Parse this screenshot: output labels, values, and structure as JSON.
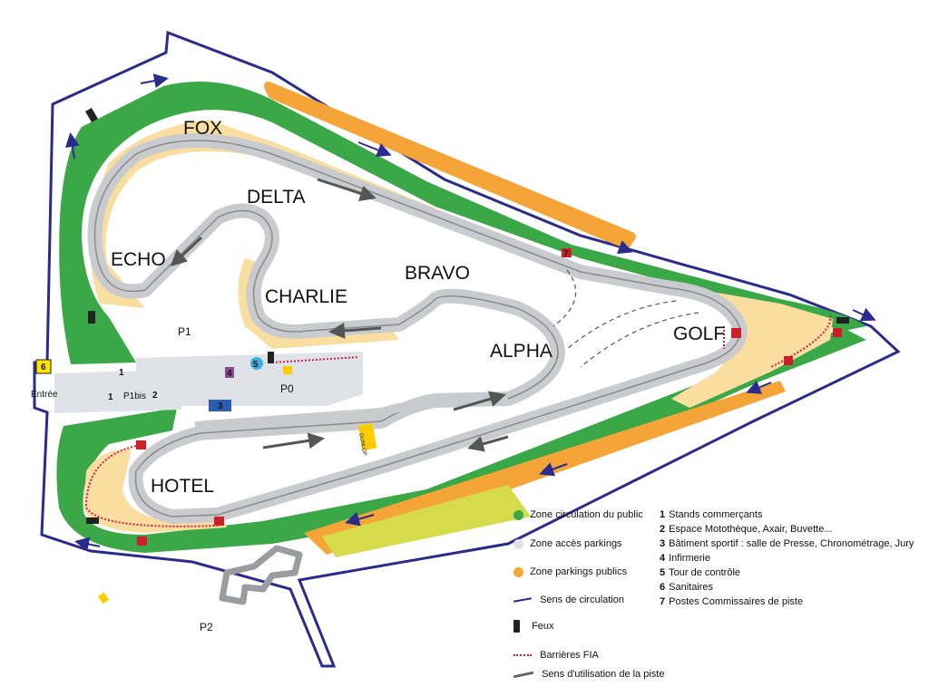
{
  "corners": {
    "fox": "FOX",
    "delta": "DELTA",
    "echo": "ECHO",
    "charlie": "CHARLIE",
    "bravo": "BRAVO",
    "alpha": "ALPHA",
    "golf": "GOLF",
    "hotel": "HOTEL"
  },
  "labels": {
    "p1": "P1",
    "p0": "P0",
    "p2": "P2",
    "p1bis": "P1bis",
    "entree": "Entrée",
    "dunlop": "DUNLOP",
    "n1a": "1",
    "n1b": "1",
    "n2": "2",
    "n3": "3",
    "n4": "4",
    "n5": "5",
    "n6": "6",
    "n7": "7"
  },
  "legend_left": [
    {
      "key": "zone-public",
      "label": "Zone circulation du public",
      "color": "#3aa846"
    },
    {
      "key": "zone-acces",
      "label": "Zone accès parkings",
      "color": "#dfe2e6"
    },
    {
      "key": "zone-parkings",
      "label": "Zone parkings publics",
      "color": "#f5a538"
    },
    {
      "key": "sens-circulation",
      "label": "Sens de circulation",
      "color": "#2b2b8e"
    },
    {
      "key": "feux",
      "label": "Feux",
      "color": "#2b2b2b"
    },
    {
      "key": "barrieres",
      "label": "Barrières FIA",
      "color": "#cc1f4a"
    },
    {
      "key": "sens-piste",
      "label": "Sens  d'utilisation de la piste",
      "color": "#666666"
    }
  ],
  "legend_right": [
    {
      "num": "1",
      "label": "Stands commerçants"
    },
    {
      "num": "2",
      "label": "Espace Motothèque, Axair, Buvette..."
    },
    {
      "num": "3",
      "label": "Bâtiment sportif : salle de Presse, Chronométrage, Jury"
    },
    {
      "num": "4",
      "label": "Infirmerie"
    },
    {
      "num": "5",
      "label": "Tour de contrôle"
    },
    {
      "num": "6",
      "label": "Sanitaires"
    },
    {
      "num": "7",
      "label": "Postes Commissaires de piste"
    }
  ],
  "colors": {
    "green": "#3aa846",
    "sand": "#f9dea0",
    "orange": "#f5a538",
    "lime": "#d6db4a",
    "grey_zone": "#dfe2e6",
    "track": "#c9cbce",
    "boundary": "#2b2b8e",
    "barrier": "#cc1f4a"
  }
}
